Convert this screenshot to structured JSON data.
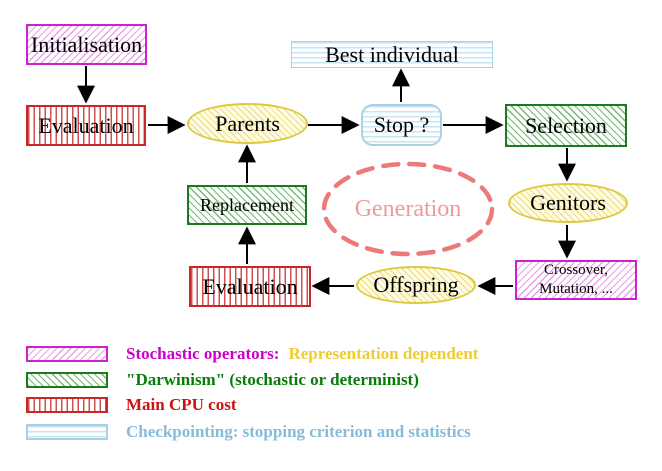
{
  "diagram": {
    "title": "Evolutionary algorithm generation loop",
    "nodes": {
      "initialisation": {
        "label": "Initialisation"
      },
      "evaluation_top": {
        "label": "Evaluation"
      },
      "parents": {
        "label": "Parents"
      },
      "best_individual": {
        "label": "Best individual"
      },
      "stop": {
        "label": "Stop ?"
      },
      "selection": {
        "label": "Selection"
      },
      "replacement": {
        "label": "Replacement"
      },
      "generation": {
        "label": "Generation"
      },
      "genitors": {
        "label": "Genitors"
      },
      "evaluation_bottom": {
        "label": "Evaluation"
      },
      "offspring": {
        "label": "Offspring"
      },
      "crossover": {
        "line1": "Crossover,",
        "line2": "Mutation, ..."
      }
    },
    "edges": [
      "initialisation->evaluation_top",
      "evaluation_top->parents",
      "parents->stop",
      "stop->best_individual",
      "stop->selection",
      "selection->genitors",
      "genitors->crossover",
      "crossover->offspring",
      "offspring->evaluation_bottom",
      "evaluation_bottom->replacement",
      "replacement->parents"
    ],
    "legend": {
      "rows": [
        {
          "pattern": "magenta-diagonal-hatch",
          "part1": "Stochastic operators:",
          "part2": "Representation dependent"
        },
        {
          "pattern": "green-diagonal-hatch",
          "part1": "\"Darwinism\" (stochastic or determinist)"
        },
        {
          "pattern": "red-vertical-stripes",
          "part1": "Main CPU cost"
        },
        {
          "pattern": "cyan-horizontal-stripes",
          "part1": "Checkpointing: stopping criterion and statistics"
        }
      ]
    },
    "palette": {
      "magenta_border": "#cc22cc",
      "magenta_hatch": "#e9a2e9",
      "green_border": "#1c791c",
      "green_hatch": "#7ab87a",
      "red_border": "#c62828",
      "red_stripe": "#d05050",
      "cyan_border": "#a5d2e4",
      "cyan_stripe": "#c6e4f2",
      "yellow_border": "#ddc93f",
      "yellow_fill": "#fffce4",
      "yellow_hatch": "#ecd97f",
      "salmon_dash": "#ec7a7a",
      "generation_text": "#ef9a9a",
      "legend_magenta_text": "#cc00cc",
      "legend_yellow_text": "#eecc33",
      "legend_green_text": "#077d07",
      "legend_red_text": "#cc1111",
      "legend_cyan_text": "#85bcd8",
      "arrow": "#000000",
      "node_text": "#000000",
      "background": "#ffffff"
    }
  }
}
